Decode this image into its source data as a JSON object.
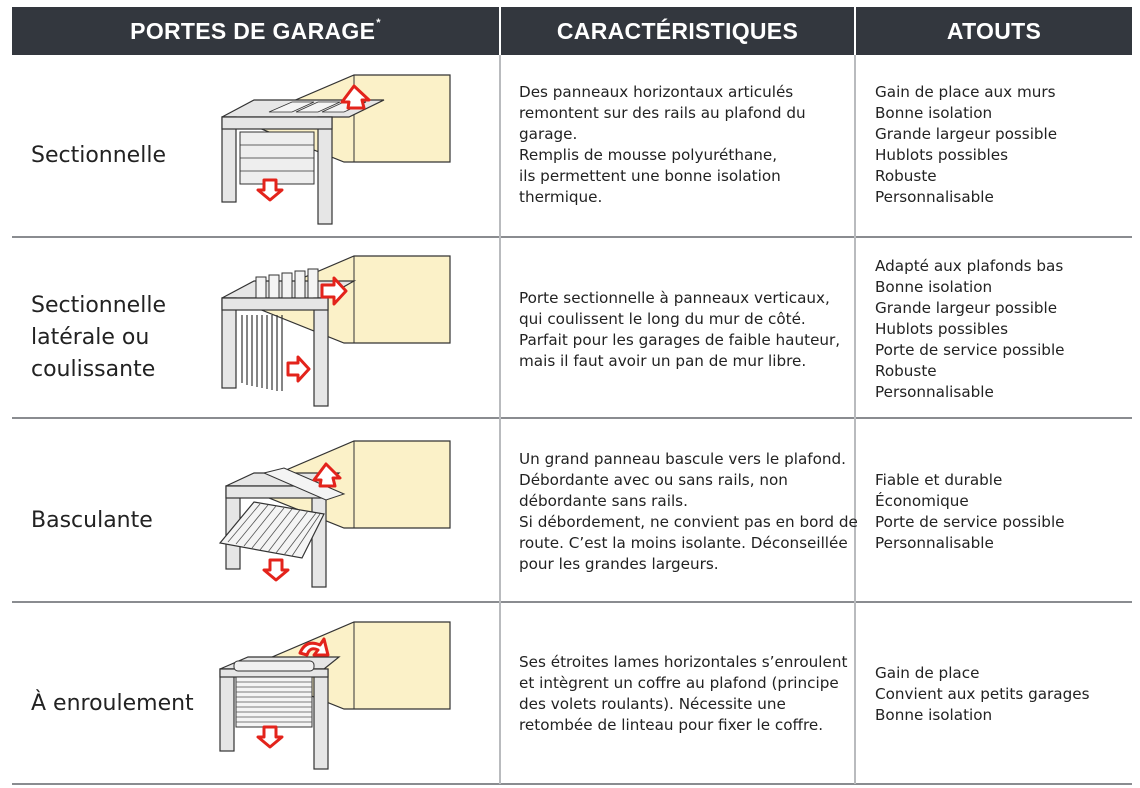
{
  "header": {
    "col1": "PORTES DE GARAGE",
    "col1_mark": "*",
    "col2": "CARACTÉRISTIQUES",
    "col3": "ATOUTS"
  },
  "rows": [
    {
      "name": [
        "Sectionnelle"
      ],
      "description": [
        "Des panneaux horizontaux articulés",
        "remontent sur des rails au plafond du",
        "garage.",
        "Remplis de mousse polyuréthane,",
        "ils permettent une bonne isolation",
        "thermique."
      ],
      "atouts": [
        "Gain de place aux murs",
        "Bonne isolation",
        "Grande largeur possible",
        "Hublots possibles",
        "Robuste",
        "Personnalisable"
      ]
    },
    {
      "name": [
        "Sectionnelle",
        "latérale ou",
        "coulissante"
      ],
      "description": [
        "Porte sectionnelle à panneaux verticaux,",
        "qui coulissent le long du mur de côté.",
        "Parfait pour les garages de faible hauteur,",
        "mais il faut avoir un pan de mur libre."
      ],
      "atouts": [
        "Adapté aux plafonds bas",
        "Bonne isolation",
        "Grande largeur possible",
        "Hublots possibles",
        "Porte de service possible",
        "Robuste",
        "Personnalisable"
      ]
    },
    {
      "name": [
        "Basculante"
      ],
      "description": [
        "Un grand panneau bascule vers le plafond.",
        "Débordante avec ou sans rails, non",
        "débordante sans rails.",
        "Si débordement, ne convient pas en bord de",
        "route. C’est la moins isolante. Déconseillée",
        "pour les grandes largeurs."
      ],
      "atouts": [
        "Fiable et durable",
        "Économique",
        "Porte de service possible",
        "Personnalisable"
      ]
    },
    {
      "name": [
        "À enroulement"
      ],
      "description": [
        "Ses étroites lames horizontales s’enroulent",
        "et intègrent un coffre au plafond (principe",
        "des volets roulants). Nécessite une",
        "retombée de linteau pour fixer le coffre."
      ],
      "atouts": [
        "Gain de place",
        "Convient aux petits garages",
        "Bonne isolation"
      ]
    }
  ],
  "colors": {
    "header_bg": "#33373e",
    "wall_fill": "#fbf1c8",
    "arrow_red": "#e3231b"
  }
}
